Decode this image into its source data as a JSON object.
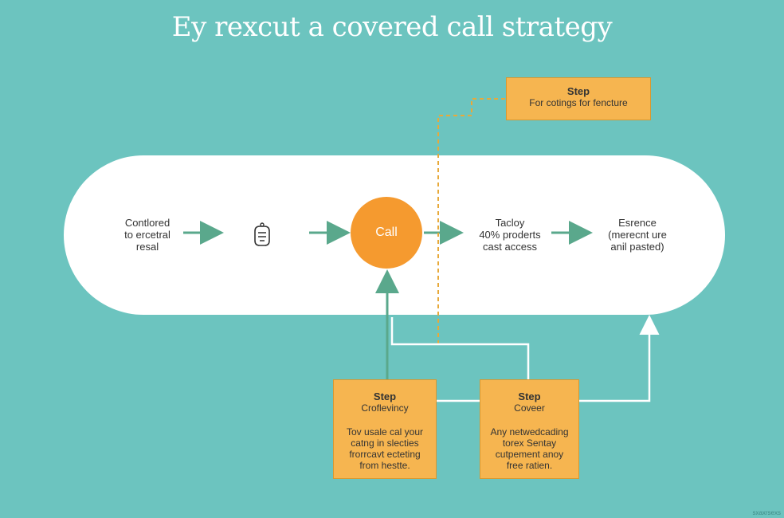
{
  "title": "Ey rexcut a covered call strategy",
  "colors": {
    "background": "#6cc4bf",
    "pill": "#ffffff",
    "call_circle": "#f59a2f",
    "step_box": "#f6b550",
    "arrow": "#5aa88c",
    "dashed_line": "#e8a93a"
  },
  "nodes": {
    "node1": {
      "lines": [
        "Contlored",
        "to ercetral",
        "resal"
      ]
    },
    "node2": {
      "icon": "tool-icon"
    },
    "call": {
      "label": "Call"
    },
    "node4": {
      "lines": [
        "Tacloy",
        "40% proderts",
        "cast access"
      ]
    },
    "node5": {
      "lines": [
        "Esrence",
        "(merecnt ure",
        "anil pasted)"
      ]
    }
  },
  "steps": {
    "top": {
      "title": "Step",
      "sub": "For cotings for fencture"
    },
    "left": {
      "title": "Step",
      "sub": "Croflevincy",
      "desc": [
        "Tov usale cal your",
        "catng in slecties",
        "frorrcavt ecteting",
        "from hestte."
      ]
    },
    "right": {
      "title": "Step",
      "sub": "Coveer",
      "desc": [
        "Any netwedcading",
        "torex Sentay",
        "cutpement anoy",
        "free ratien."
      ]
    }
  },
  "watermark": "sxaxrsexs"
}
